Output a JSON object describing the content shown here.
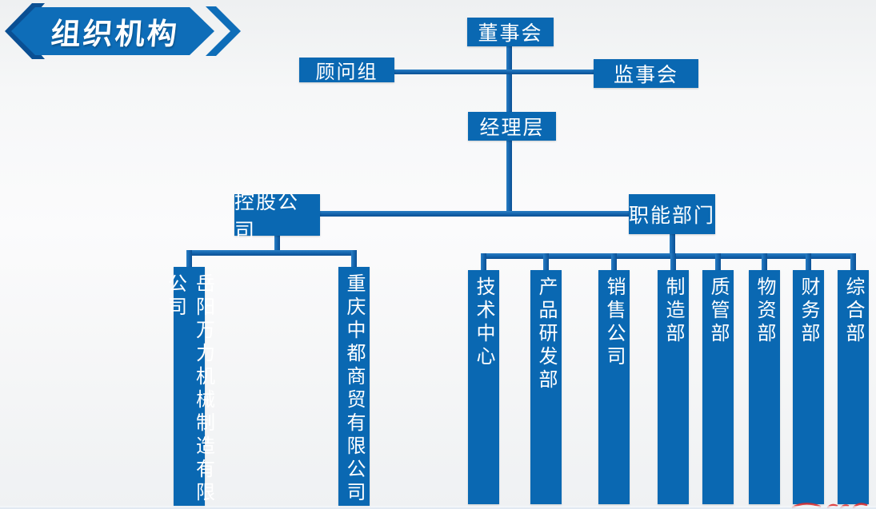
{
  "title": {
    "label": "组织机构"
  },
  "colors": {
    "box_blue": "#0a68b2",
    "line_blue": "#1363ac",
    "title_blue": "#0e6db8",
    "title_dark": "#0a4f93",
    "watermark_red": "#dd2b2b"
  },
  "nodes": {
    "board": "董事会",
    "advisory": "顾问组",
    "supervisory": "监事会",
    "management": "经理层",
    "holding": "控股公司",
    "functional": "职能部门"
  },
  "holding_companies": [
    "岳阳万力机械制造有限公司",
    "重庆中都商贸有限公司"
  ],
  "departments": [
    "技术中心",
    "产品研发部",
    "销售公司",
    "制造部",
    "质管部",
    "物资部",
    "财务部",
    "综合部"
  ]
}
